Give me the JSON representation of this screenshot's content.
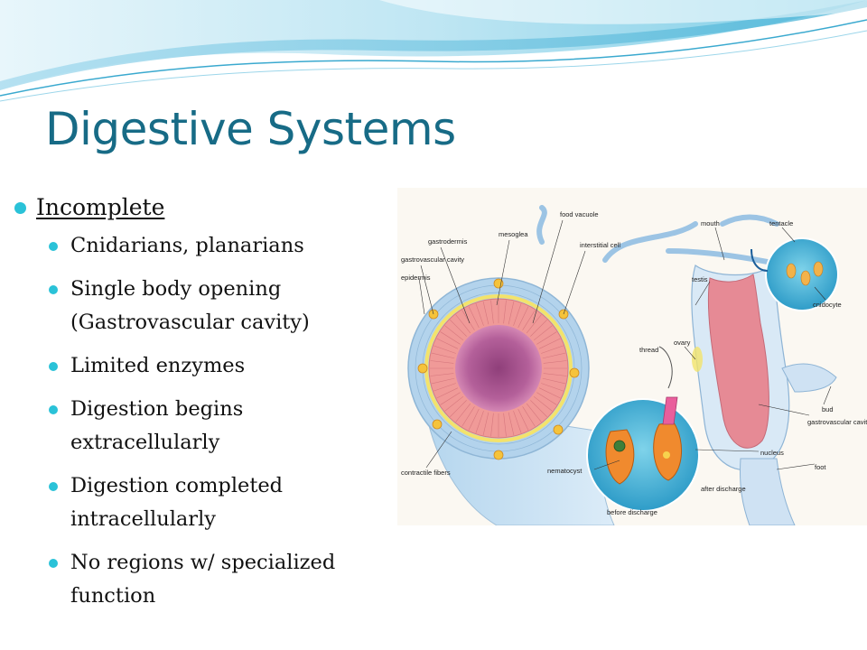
{
  "slide": {
    "title": "Digestive Systems",
    "heading": "Incomplete",
    "bullets": [
      [
        "Cnidarians, planarians"
      ],
      [
        "Single body opening",
        "(Gastrovascular cavity)"
      ],
      [
        "Limited enzymes"
      ],
      [
        "Digestion begins",
        "extracellularly"
      ],
      [
        "Digestion completed",
        "intracellularly"
      ],
      [
        "No regions w/ specialized",
        "function"
      ]
    ]
  },
  "figure": {
    "labels": {
      "food_vacuole": "food vacuole",
      "gastrodermis": "gastrodermis",
      "mesoglea": "mesoglea",
      "gastrovascular_cavity_left": "gastrovascular cavity",
      "epidermis": "epidermis",
      "interstitial_cell": "interstitial cell",
      "thread": "thread",
      "mouth": "mouth",
      "tentacle": "tentacle",
      "testis": "testis",
      "ovary": "ovary",
      "cnidocyte": "cnidocyte",
      "bud": "bud",
      "gastrovascular_cavity_right": "gastrovascular cavity",
      "nucleus": "nucleus",
      "foot": "foot",
      "nematocyst": "nematocyst",
      "contractile_fibers": "contractile fibers",
      "after_discharge": "after discharge",
      "before_discharge": "before discharge"
    },
    "colors": {
      "title": "#176b86",
      "bullet": "#2ac2d8",
      "epidermis": "#9ec7e3",
      "gastrodermis": "#f09a98",
      "cavity": "#a24d82",
      "mesoglea": "#f3e36b",
      "cnidocyte_body": "#f08a2e"
    }
  }
}
